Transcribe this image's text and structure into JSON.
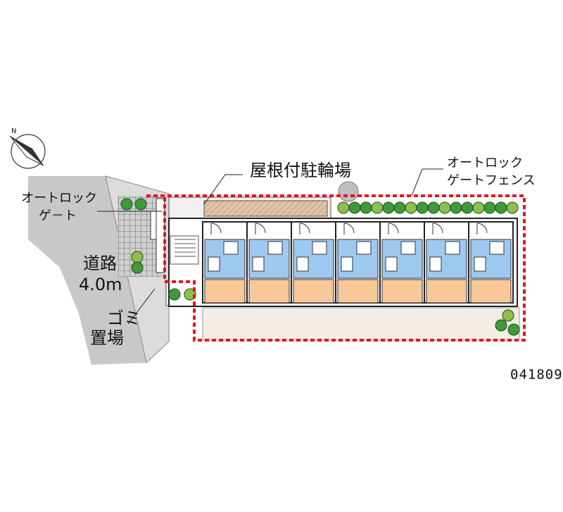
{
  "labels": {
    "autolock_gate_left_line1": "オートロック",
    "autolock_gate_left_line2": "ゲ－ト",
    "road_line1": "道路",
    "road_line2": "4.0m",
    "garbage_line1": "ゴミ",
    "garbage_line2": "置場",
    "bicycle_parking": "屋根付駐輪場",
    "autolock_fence_line1": "オートロック",
    "autolock_fence_line2": "ゲートフェンス",
    "property_id": "041809"
  },
  "icons": {
    "compass": "north-arrow-icon"
  },
  "colors": {
    "road": "#c8c8c8",
    "boundary": "#e8141e",
    "unit_kitchen": "#9ec9f0",
    "unit_room": "#f8c898",
    "walkway": "#f4ede6",
    "bicycle_roof": "#d9b89a",
    "greenery": "#3f9a3a"
  },
  "units": {
    "count": 7
  }
}
